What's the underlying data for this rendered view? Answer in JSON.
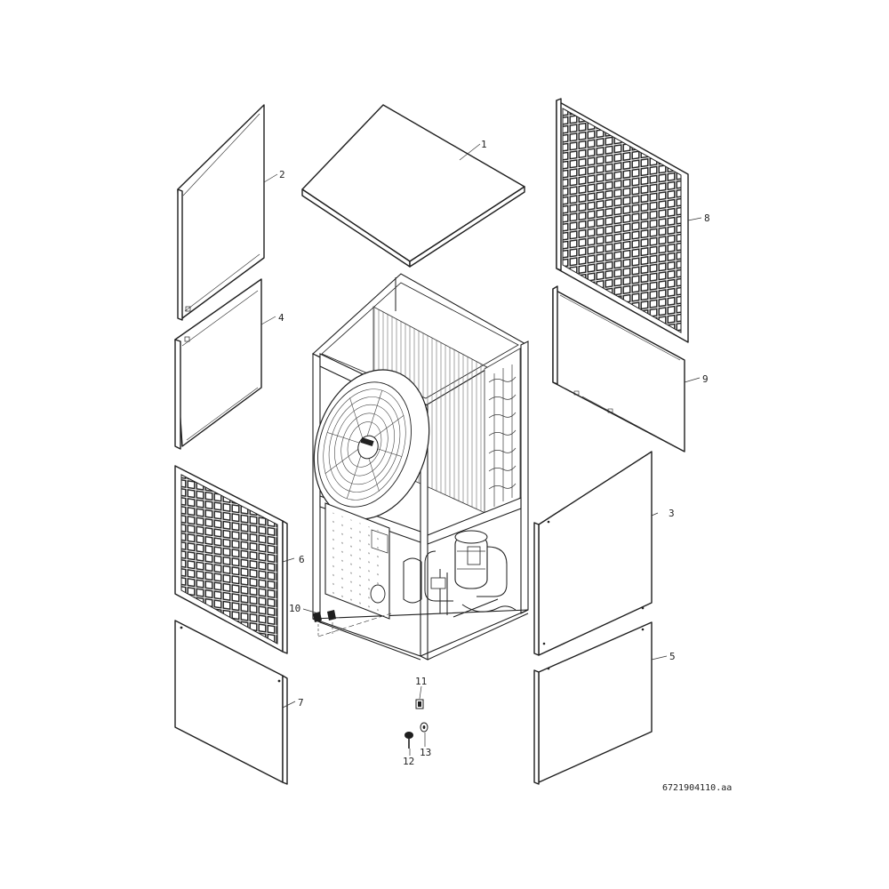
{
  "document_code": "6721904110.aa",
  "callouts": {
    "c1": "1",
    "c2": "2",
    "c3": "3",
    "c4": "4",
    "c5": "5",
    "c6": "6",
    "c7": "7",
    "c8": "8",
    "c9": "9",
    "c10": "10",
    "c11": "11",
    "c12": "12",
    "c13": "13"
  }
}
